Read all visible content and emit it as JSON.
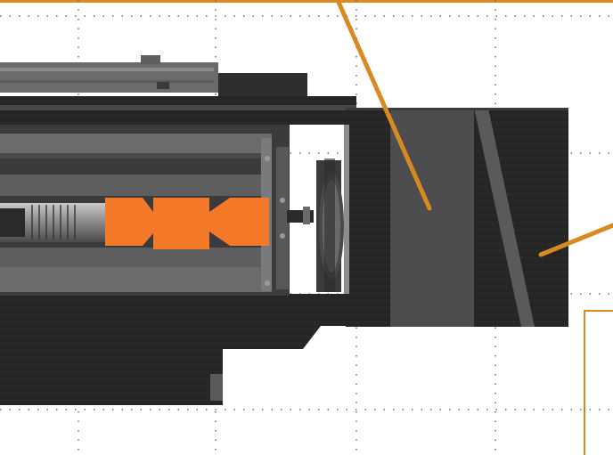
{
  "colors": {
    "background": "#ffffff",
    "frame_orange": "#dd8a1f",
    "leader_orange": "#d88a22",
    "grid_dots": "#6a6a6a",
    "housing_dark": "#2b2b2b",
    "plate_gray": "#4d4d4f",
    "rail_gray": "#6b6b6d",
    "slot_gray": "#5a5a5c",
    "part_orange": "#f47a2a"
  },
  "icons": [
    "dotted-grid",
    "leader-line",
    "callout-frame",
    "cad-machine-render"
  ]
}
